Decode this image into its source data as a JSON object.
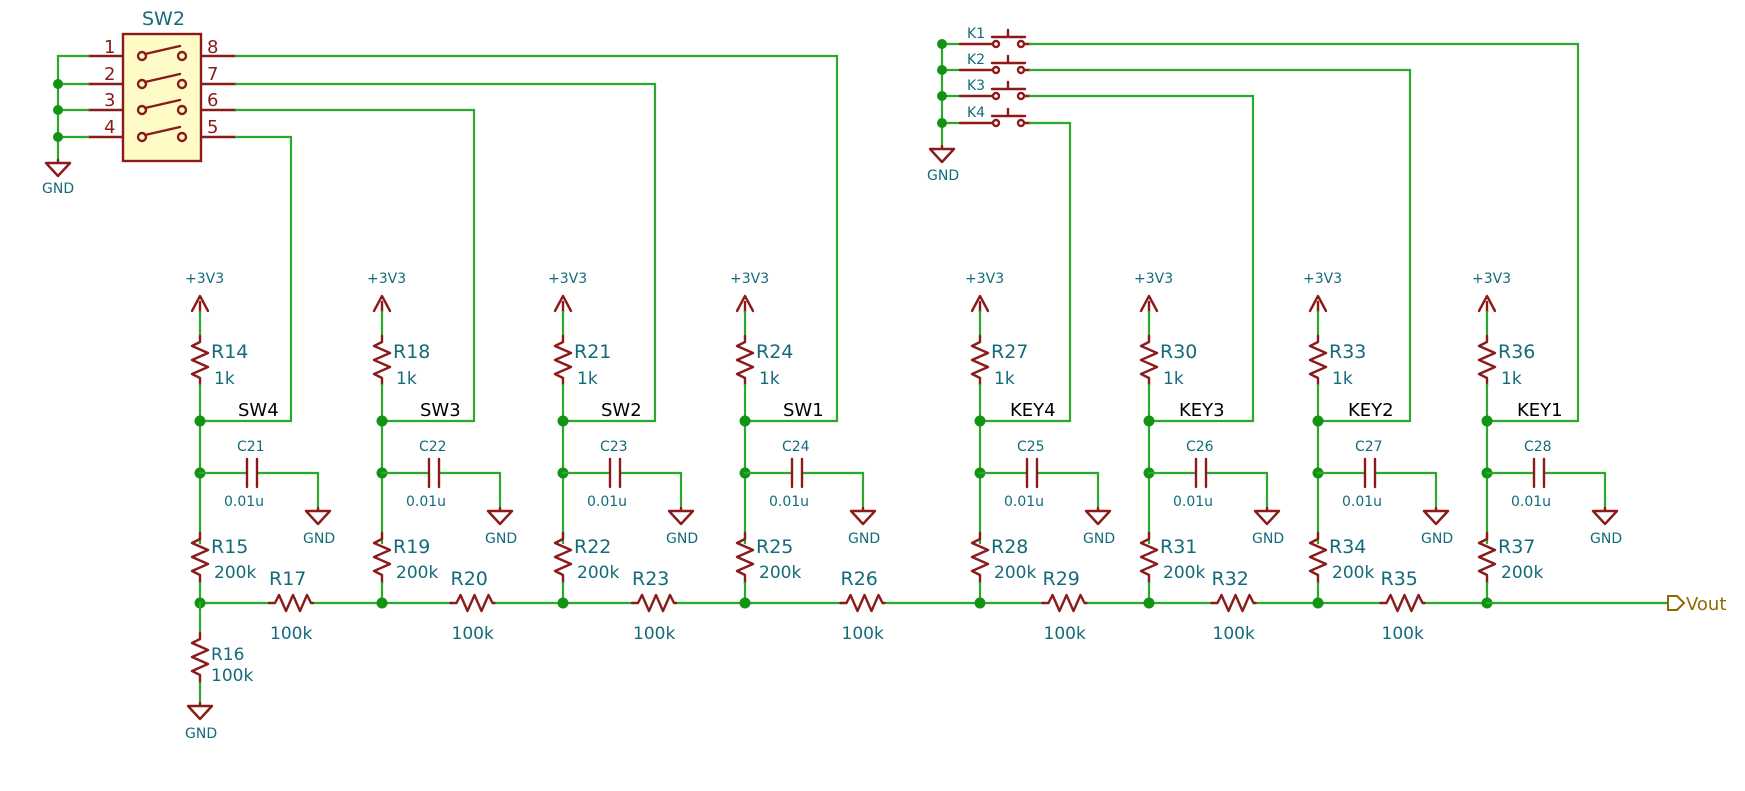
{
  "switch_block": {
    "ref": "SW2",
    "pins_left": [
      "1",
      "2",
      "3",
      "4"
    ],
    "pins_right": [
      "8",
      "7",
      "6",
      "5"
    ]
  },
  "dip_gnd": "GND",
  "keys": {
    "refs": [
      "K1",
      "K2",
      "K3",
      "K4"
    ],
    "gnd": "GND"
  },
  "columns": [
    {
      "top_ref": "R14",
      "top_val": "1k",
      "net": "SW4",
      "cap_ref": "C21",
      "cap_val": "0.01u",
      "cap_gnd": "GND",
      "bot_ref": "R15",
      "bot_val": "200k",
      "power": "+3V3"
    },
    {
      "top_ref": "R18",
      "top_val": "1k",
      "net": "SW3",
      "cap_ref": "C22",
      "cap_val": "0.01u",
      "cap_gnd": "GND",
      "bot_ref": "R19",
      "bot_val": "200k",
      "power": "+3V3"
    },
    {
      "top_ref": "R21",
      "top_val": "1k",
      "net": "SW2",
      "cap_ref": "C23",
      "cap_val": "0.01u",
      "cap_gnd": "GND",
      "bot_ref": "R22",
      "bot_val": "200k",
      "power": "+3V3"
    },
    {
      "top_ref": "R24",
      "top_val": "1k",
      "net": "SW1",
      "cap_ref": "C24",
      "cap_val": "0.01u",
      "cap_gnd": "GND",
      "bot_ref": "R25",
      "bot_val": "200k",
      "power": "+3V3"
    },
    {
      "top_ref": "R27",
      "top_val": "1k",
      "net": "KEY4",
      "cap_ref": "C25",
      "cap_val": "0.01u",
      "cap_gnd": "GND",
      "bot_ref": "R28",
      "bot_val": "200k",
      "power": "+3V3"
    },
    {
      "top_ref": "R30",
      "top_val": "1k",
      "net": "KEY3",
      "cap_ref": "C26",
      "cap_val": "0.01u",
      "cap_gnd": "GND",
      "bot_ref": "R31",
      "bot_val": "200k",
      "power": "+3V3"
    },
    {
      "top_ref": "R33",
      "top_val": "1k",
      "net": "KEY2",
      "cap_ref": "C27",
      "cap_val": "0.01u",
      "cap_gnd": "GND",
      "bot_ref": "R34",
      "bot_val": "200k",
      "power": "+3V3"
    },
    {
      "top_ref": "R36",
      "top_val": "1k",
      "net": "KEY1",
      "cap_ref": "C28",
      "cap_val": "0.01u",
      "cap_gnd": "GND",
      "bot_ref": "R37",
      "bot_val": "200k",
      "power": "+3V3"
    }
  ],
  "ladder": [
    {
      "ref": "R17",
      "val": "100k"
    },
    {
      "ref": "R20",
      "val": "100k"
    },
    {
      "ref": "R23",
      "val": "100k"
    },
    {
      "ref": "R26",
      "val": "100k"
    },
    {
      "ref": "R29",
      "val": "100k"
    },
    {
      "ref": "R32",
      "val": "100k"
    },
    {
      "ref": "R35",
      "val": "100k"
    }
  ],
  "bottom_resistor": {
    "ref": "R16",
    "val": "100k",
    "gnd": "GND"
  },
  "output": {
    "label": "Vout"
  }
}
